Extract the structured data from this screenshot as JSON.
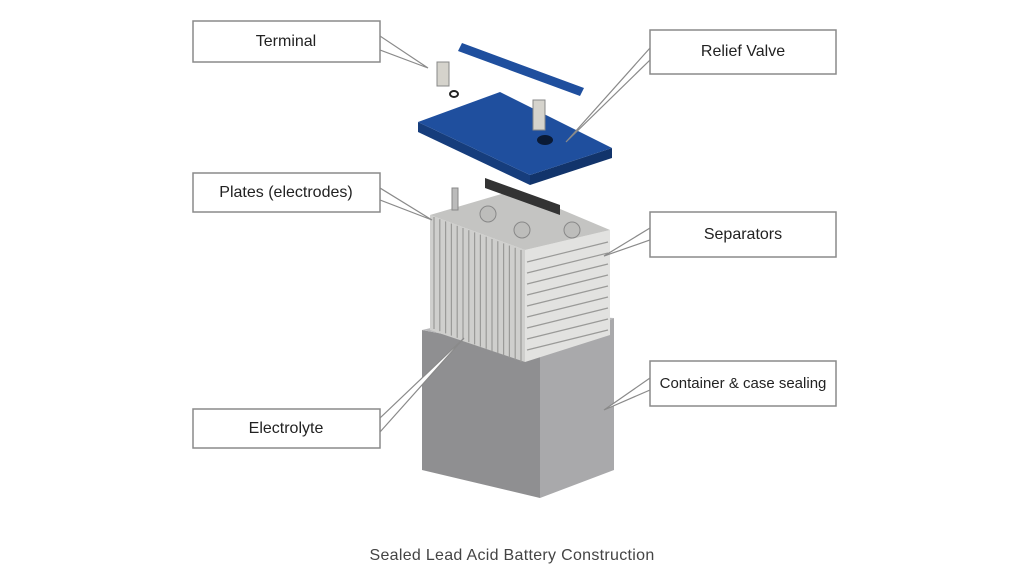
{
  "diagram": {
    "labels": {
      "terminal": "Terminal",
      "relief_valve": "Relief Valve",
      "plates": "Plates (electrodes)",
      "separators": "Separators",
      "container": "Container & case sealing",
      "electrolyte": "Electrolyte"
    },
    "colors": {
      "lid": "#1f4f9e",
      "case": "#9a9a9c",
      "plates": "#d8d8d6"
    }
  },
  "caption": "Sealed Lead Acid Battery Construction"
}
